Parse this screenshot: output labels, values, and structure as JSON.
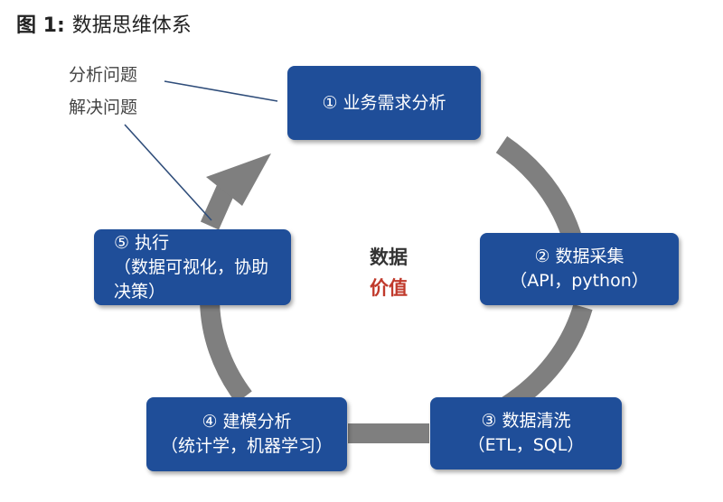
{
  "title": {
    "figure_label": "图 1:",
    "text": "数据思维体系"
  },
  "note": {
    "line1": "分析问题",
    "line2": "解决问题"
  },
  "center": {
    "line1": "数据",
    "line2": "价值"
  },
  "steps": [
    {
      "lines": [
        "① 业务需求分析"
      ]
    },
    {
      "lines": [
        "② 数据采集",
        "（API，python）"
      ]
    },
    {
      "lines": [
        "③ 数据清洗",
        "（ETL，SQL）"
      ]
    },
    {
      "lines": [
        "④ 建模分析",
        "（统计学，机器学习）"
      ]
    },
    {
      "lines": [
        "⑤ 执行",
        "（数据可视化，协助",
        "决策）"
      ]
    }
  ],
  "colors": {
    "box": "#1f4e99",
    "ring": "#7f7f7f",
    "center_line1": "#333333",
    "center_line2": "#c0392b",
    "leader": "#2f4d7a"
  }
}
